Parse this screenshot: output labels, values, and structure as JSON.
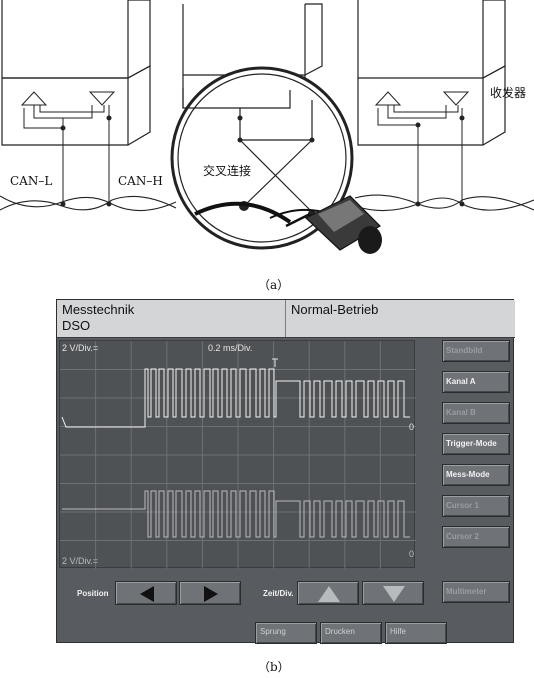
{
  "diagram": {
    "label_can_l": "CAN–L",
    "label_can_h": "CAN–H",
    "label_crossed": "交叉连接",
    "label_transceiver": "收发器",
    "caption": "（a）"
  },
  "dso": {
    "header": {
      "app_line1": "Messtechnik",
      "app_line2": "DSO",
      "mode": "Normal-Betrieb"
    },
    "scope": {
      "channel1_scale": "2 V/Div.=",
      "time_scale": "0.2 ms/Div.",
      "channel2_scale": "2 V/Div.=",
      "zero_marker_1": "0",
      "zero_marker_2": "0"
    },
    "side_buttons": {
      "standbild": "Standbild",
      "kanal_a": "Kanal A",
      "kanal_b": "Kanal B",
      "trigger_mode": "Trigger-Mode",
      "mess_mode": "Mess-Mode",
      "cursor_1": "Cursor 1",
      "cursor_2": "Cursor 2",
      "multimeter": "Multimeter"
    },
    "bottom": {
      "position_label": "Position",
      "zeit_label": "Zeit/Div.",
      "sprung": "Sprung",
      "drucken": "Drucken",
      "hilfe": "Hilfe"
    },
    "caption": "（b）"
  }
}
